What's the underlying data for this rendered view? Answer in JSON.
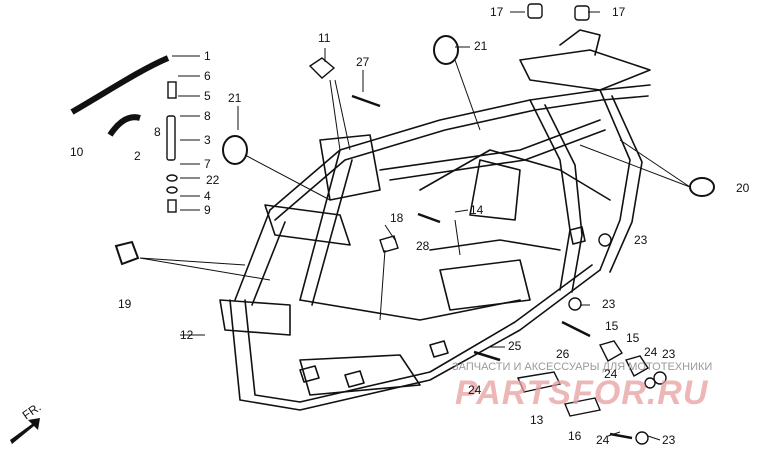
{
  "diagram": {
    "parts": [
      {
        "id": "p1",
        "label": "1"
      },
      {
        "id": "p2",
        "label": "2"
      },
      {
        "id": "p3",
        "label": "3"
      },
      {
        "id": "p4",
        "label": "4"
      },
      {
        "id": "p5",
        "label": "5"
      },
      {
        "id": "p6",
        "label": "6"
      },
      {
        "id": "p7",
        "label": "7"
      },
      {
        "id": "p8a",
        "label": "8"
      },
      {
        "id": "p8b",
        "label": "8"
      },
      {
        "id": "p9",
        "label": "9"
      },
      {
        "id": "p10",
        "label": "10"
      },
      {
        "id": "p11",
        "label": "11"
      },
      {
        "id": "p12",
        "label": "12"
      },
      {
        "id": "p13",
        "label": "13"
      },
      {
        "id": "p14",
        "label": "14"
      },
      {
        "id": "p15a",
        "label": "15"
      },
      {
        "id": "p15b",
        "label": "15"
      },
      {
        "id": "p16",
        "label": "16"
      },
      {
        "id": "p17a",
        "label": "17"
      },
      {
        "id": "p17b",
        "label": "17"
      },
      {
        "id": "p18",
        "label": "18"
      },
      {
        "id": "p19",
        "label": "19"
      },
      {
        "id": "p20",
        "label": "20"
      },
      {
        "id": "p21a",
        "label": "21"
      },
      {
        "id": "p21b",
        "label": "21"
      },
      {
        "id": "p22",
        "label": "22"
      },
      {
        "id": "p23a",
        "label": "23"
      },
      {
        "id": "p23b",
        "label": "23"
      },
      {
        "id": "p23c",
        "label": "23"
      },
      {
        "id": "p23d",
        "label": "23"
      },
      {
        "id": "p24a",
        "label": "24"
      },
      {
        "id": "p24b",
        "label": "24"
      },
      {
        "id": "p24c",
        "label": "24"
      },
      {
        "id": "p24d",
        "label": "24"
      },
      {
        "id": "p25",
        "label": "25"
      },
      {
        "id": "p26",
        "label": "26"
      },
      {
        "id": "p27",
        "label": "27"
      },
      {
        "id": "p28",
        "label": "28"
      }
    ],
    "direction_label": "FR.",
    "watermark": {
      "brand": "PARTSFOR.RU",
      "tagline": "ЗАПЧАСТИ И АКСЕССУАРЫ ДЛЯ МОТОТЕХНИКИ"
    }
  }
}
